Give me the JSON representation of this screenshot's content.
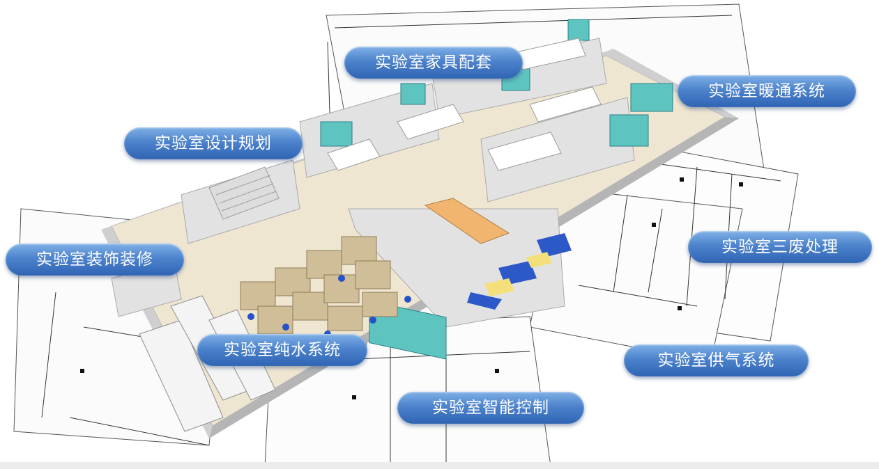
{
  "labels": {
    "furniture": "实验室家具配套",
    "hvac": "实验室暖通系统",
    "design": "实验室设计规划",
    "decoration": "实验室装饰装修",
    "waste": "实验室三废处理",
    "purewater": "实验室纯水系统",
    "gas": "实验室供气系统",
    "smartcontrol": "实验室智能控制"
  },
  "colors": {
    "pill_top": "#7fb0e6",
    "pill_bottom": "#2f64b4",
    "floor": "#efe6d2",
    "wall": "#dcdcdc",
    "cabinet": "#5ec4c0"
  }
}
